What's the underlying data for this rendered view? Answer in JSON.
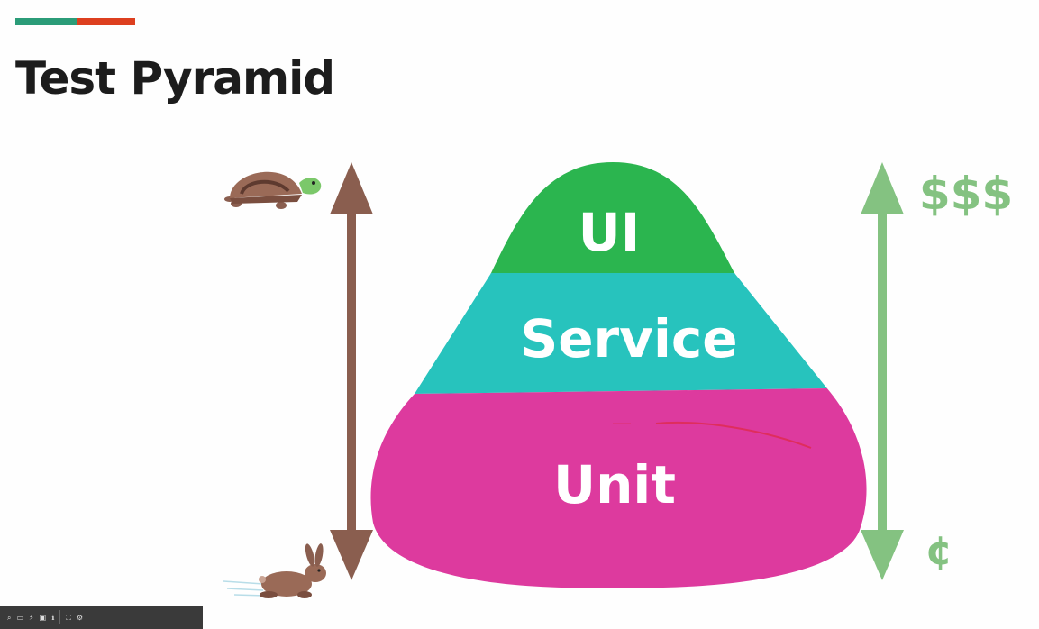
{
  "slide": {
    "title": "Test Pyramid",
    "accent_colors": [
      "#2b9c78",
      "#dd3f1f"
    ]
  },
  "pyramid": {
    "layers": [
      {
        "label": "UI",
        "color": "#2bb54f"
      },
      {
        "label": "Service",
        "color": "#27c3bd"
      },
      {
        "label": "Unit",
        "color": "#dd3a9e"
      }
    ]
  },
  "speed_axis": {
    "top_icon": "turtle-icon",
    "bottom_icon": "rabbit-icon",
    "arrow_color": "#8a5e4f"
  },
  "cost_axis": {
    "top_label": "$$$",
    "bottom_label": "¢",
    "arrow_color": "#84c281"
  },
  "toolbar": {
    "icons": [
      "zoom-icon",
      "comment-icon",
      "highlight-icon",
      "view-icon",
      "info-icon",
      "fit-icon",
      "settings-icon"
    ]
  }
}
